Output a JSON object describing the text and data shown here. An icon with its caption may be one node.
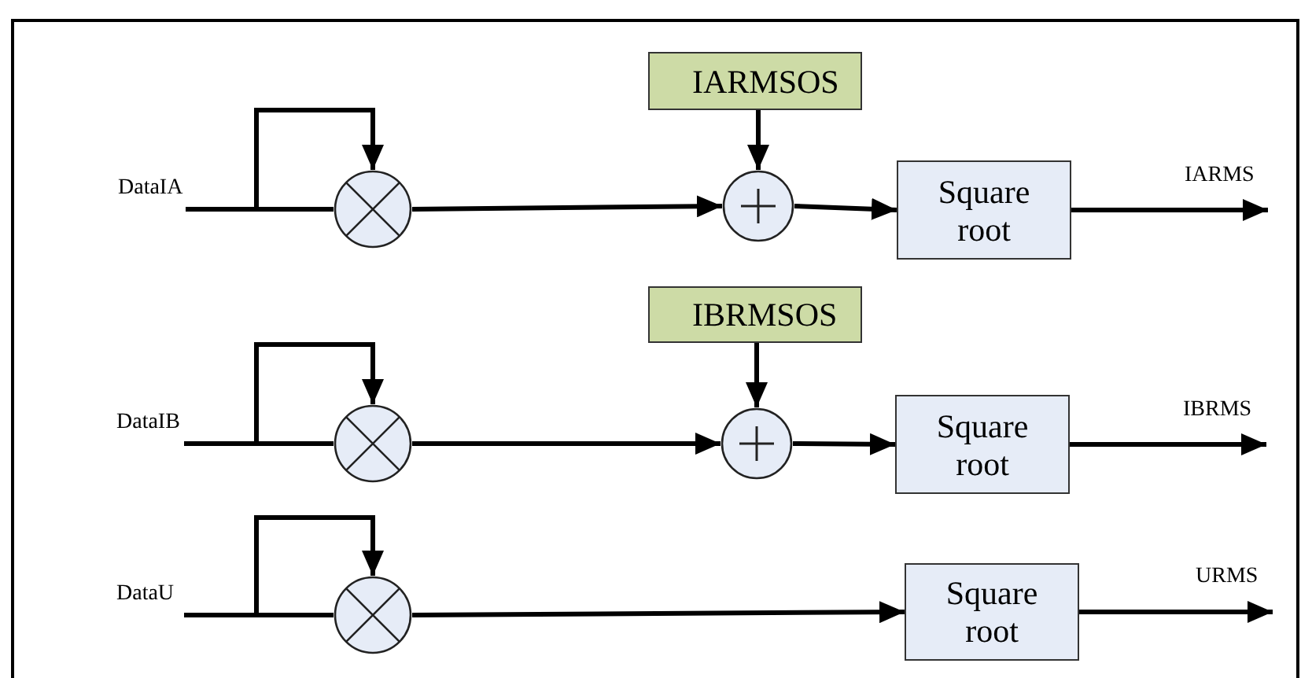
{
  "diagram": {
    "nodes": [
      {
        "text": [
          "IARMSOS"
        ]
      },
      {
        "text": [],
        "shape": "circle"
      },
      {
        "text": [],
        "shape": "circle"
      },
      {
        "text": [
          "Square root"
        ]
      },
      {
        "text": [
          "IBRMSOS"
        ]
      },
      {
        "text": [],
        "shape": "circle"
      },
      {
        "text": [],
        "shape": "circle"
      },
      {
        "text": [
          "Square root"
        ]
      },
      {
        "text": [],
        "shape": "circle"
      },
      {
        "text": [
          "Square root"
        ]
      }
    ],
    "edges": [
      {
        "from": null,
        "to": 1,
        "arrow": "none",
        "label": "DataIA"
      },
      {
        "from": null,
        "to": 1,
        "arrow": "to"
      },
      {
        "from": 1,
        "to": 2,
        "arrow": "to"
      },
      {
        "from": 0,
        "to": 2,
        "arrow": "to"
      },
      {
        "from": 2,
        "to": 3,
        "arrow": "to"
      },
      {
        "from": 3,
        "to": null,
        "arrow": "to",
        "label": "IARMS"
      },
      {
        "from": null,
        "to": 5,
        "arrow": "none",
        "label": "DataIB"
      },
      {
        "from": null,
        "to": 5,
        "arrow": "to"
      },
      {
        "from": 5,
        "to": 6,
        "arrow": "to"
      },
      {
        "from": 4,
        "to": 6,
        "arrow": "to"
      },
      {
        "from": 6,
        "to": 7,
        "arrow": "to"
      },
      {
        "from": 7,
        "to": null,
        "arrow": "to",
        "label": "IBRMS"
      },
      {
        "from": null,
        "to": 8,
        "arrow": "none",
        "label": "DataU"
      },
      {
        "from": null,
        "to": 8,
        "arrow": "to"
      },
      {
        "from": 8,
        "to": 9,
        "arrow": "to"
      },
      {
        "from": 9,
        "to": null,
        "arrow": "to",
        "label": "URMS"
      }
    ]
  }
}
